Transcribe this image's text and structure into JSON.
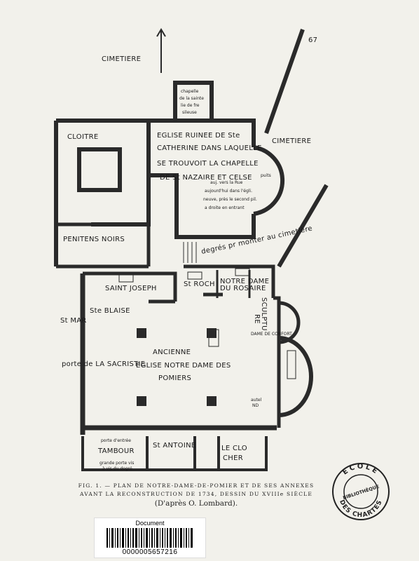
{
  "plan": {
    "labels": {
      "cimetiere_top": "CIMETIERE",
      "number_67": "67",
      "chapelle": "chapelle",
      "chapelle_2": "de la sainte",
      "chapelle_3": "lie de fre",
      "chapelle_4": "sileuse",
      "cloitre": "CLOITRE",
      "eglise_ruinee_1": "EGLISE RUINEE DE Ste",
      "eglise_ruinee_2": "CATHERINE DANS LAQUELLE",
      "eglise_ruinee_3": "SE TROUVOIT LA CHAPELLE",
      "eglise_ruinee_4": "DE St NAZAIRE ET CELSE",
      "cimetiere_right": "CIMETIERE",
      "puits": "puits",
      "notes_1": "auj. vers la Rue",
      "notes_2": "aujourd'hui dans l'égli.",
      "notes_3": "neuve, près le second pil.",
      "notes_4": "a droite en entrant",
      "penitens": "PENITENS NOIRS",
      "degres": "degrés pr monter au cimetière",
      "saint_joseph": "SAINT JOSEPH",
      "st_roch": "St ROCH",
      "notre_dame_rosaire_1": "NOTRE DAME",
      "notre_dame_rosaire_2": "DU ROSAIRE",
      "ste_blaise": "Ste BLAISE",
      "st_mar": "St MAR",
      "sculptu": "SCULPTU",
      "re": "RE",
      "dame_confort": "DAME DE CONFORT",
      "ancienne": "ANCIENNE",
      "eglise_nd": "EGLISE NOTRE DAME DES",
      "pomiers": "POMIERS",
      "porte_sacristie": "porte de LA SACRISTIE",
      "porte_entree": "porte d'entrée",
      "tambour": "TAMBOUR",
      "grande_porte": "grande porte vis",
      "grande_porte_2": "à vis du degré",
      "st_antoine": "St ANTOINE",
      "le_clocher_1": "LE CLO",
      "le_clocher_2": "CHER",
      "autel_1": "autel",
      "autel_2": "ND"
    }
  },
  "caption": {
    "line1": "FIG. 1. — PLAN DE NOTRE-DAME-DE-POMIER ET DE SES ANNEXES",
    "line2": "AVANT LA RECONSTRUCTION DE 1734, DESSIN DU XVIIIe SIÈCLE",
    "line3": "(D'après O. Lombard)."
  },
  "stamp": {
    "top": "ECOLE",
    "middle": "BIBLIOTHÈQUE",
    "bottom": "DES CHARTES"
  },
  "barcode": {
    "title": "Document",
    "number": "0000005657216"
  }
}
